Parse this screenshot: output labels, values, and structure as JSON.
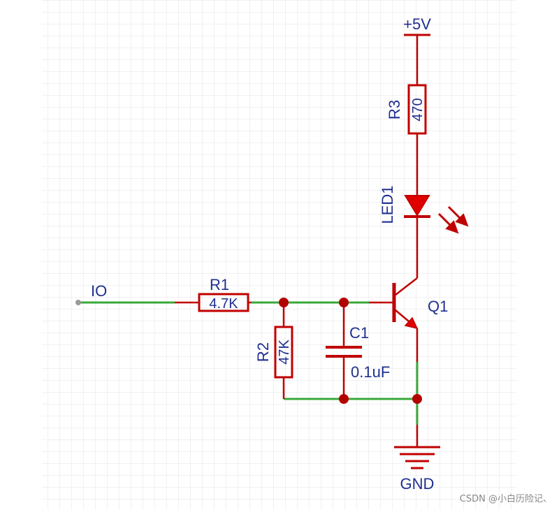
{
  "colors": {
    "wire": "#3aa83a",
    "component": "#c00000",
    "label": "#1f2f8f",
    "grid": "#e3e3e3",
    "junction": "#b30000"
  },
  "nets": {
    "io": "IO",
    "vcc": "+5V",
    "gnd": "GND"
  },
  "components": {
    "r1": {
      "ref": "R1",
      "value": "4.7K"
    },
    "r2": {
      "ref": "R2",
      "value": "47K"
    },
    "r3": {
      "ref": "R3",
      "value": "470"
    },
    "c1": {
      "ref": "C1",
      "value": "0.1uF"
    },
    "led1": {
      "ref": "LED1"
    },
    "q1": {
      "ref": "Q1"
    }
  },
  "watermark": "CSDN @小白历险记、"
}
